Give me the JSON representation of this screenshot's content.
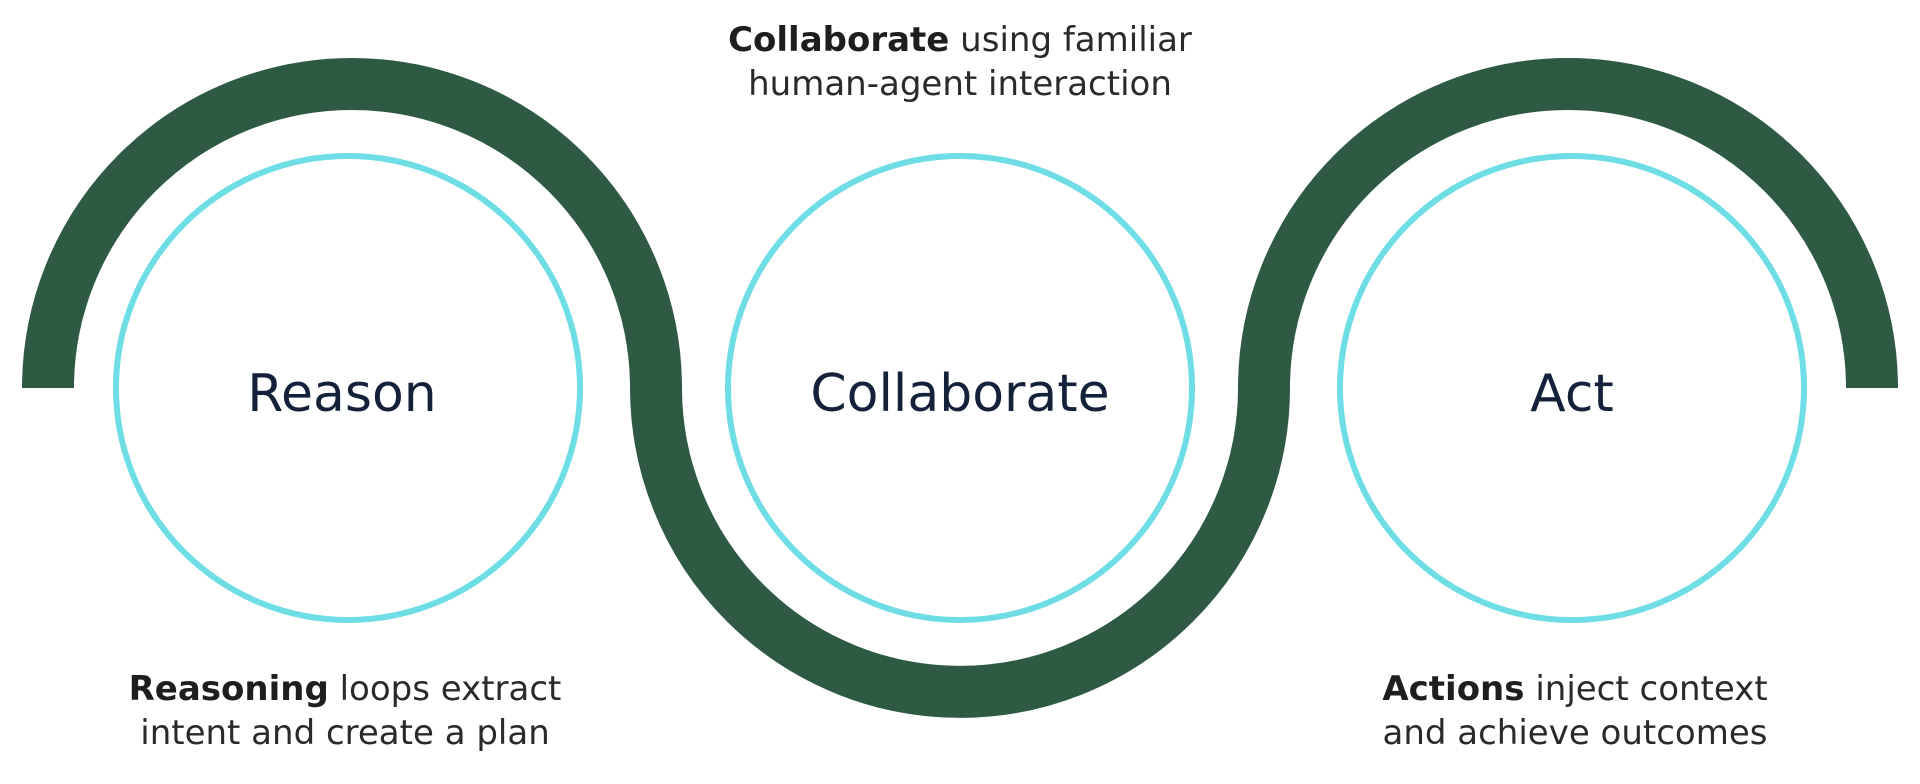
{
  "colors": {
    "wave": "#2e5a44",
    "ring": "#6fdde6",
    "stage_text": "#14213a",
    "caption_text": "#2a2a2a"
  },
  "stages": [
    {
      "label": "Reason"
    },
    {
      "label": "Collaborate"
    },
    {
      "label": "Act"
    }
  ],
  "captions": {
    "top": {
      "bold": "Collaborate",
      "line1_rest": " using familiar",
      "line2": "human-agent interaction"
    },
    "left": {
      "bold": "Reasoning",
      "line1_rest": " loops extract",
      "line2": "intent and create a plan"
    },
    "right": {
      "bold": "Actions",
      "line1_rest": " inject context",
      "line2": "and achieve outcomes"
    }
  }
}
